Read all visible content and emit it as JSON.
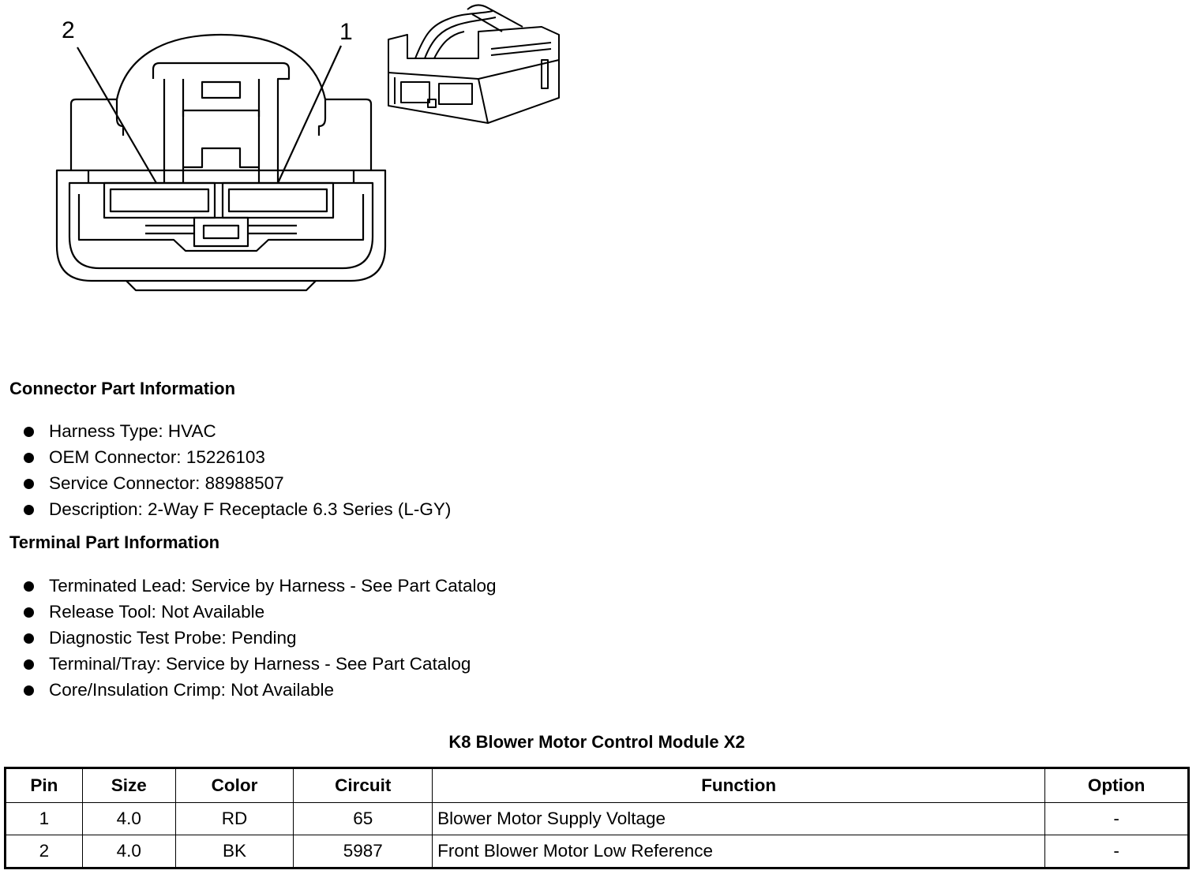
{
  "diagram": {
    "callout_left": "2",
    "callout_right": "1"
  },
  "connector_info": {
    "heading": "Connector Part Information",
    "items": [
      "Harness Type: HVAC",
      "OEM Connector: 15226103",
      "Service Connector: 88988507",
      "Description: 2-Way F Receptacle 6.3 Series (L-GY)"
    ]
  },
  "terminal_info": {
    "heading": "Terminal Part Information",
    "items": [
      "Terminated Lead: Service by Harness - See Part Catalog",
      "Release Tool: Not Available",
      "Diagnostic Test Probe: Pending",
      "Terminal/Tray: Service by Harness - See Part Catalog",
      "Core/Insulation Crimp: Not Available"
    ]
  },
  "pin_table": {
    "title": "K8 Blower Motor Control Module X2",
    "headers": [
      "Pin",
      "Size",
      "Color",
      "Circuit",
      "Function",
      "Option"
    ],
    "rows": [
      [
        "1",
        "4.0",
        "RD",
        "65",
        "Blower Motor Supply Voltage",
        "-"
      ],
      [
        "2",
        "4.0",
        "BK",
        "5987",
        "Front Blower Motor Low Reference",
        "-"
      ]
    ]
  }
}
